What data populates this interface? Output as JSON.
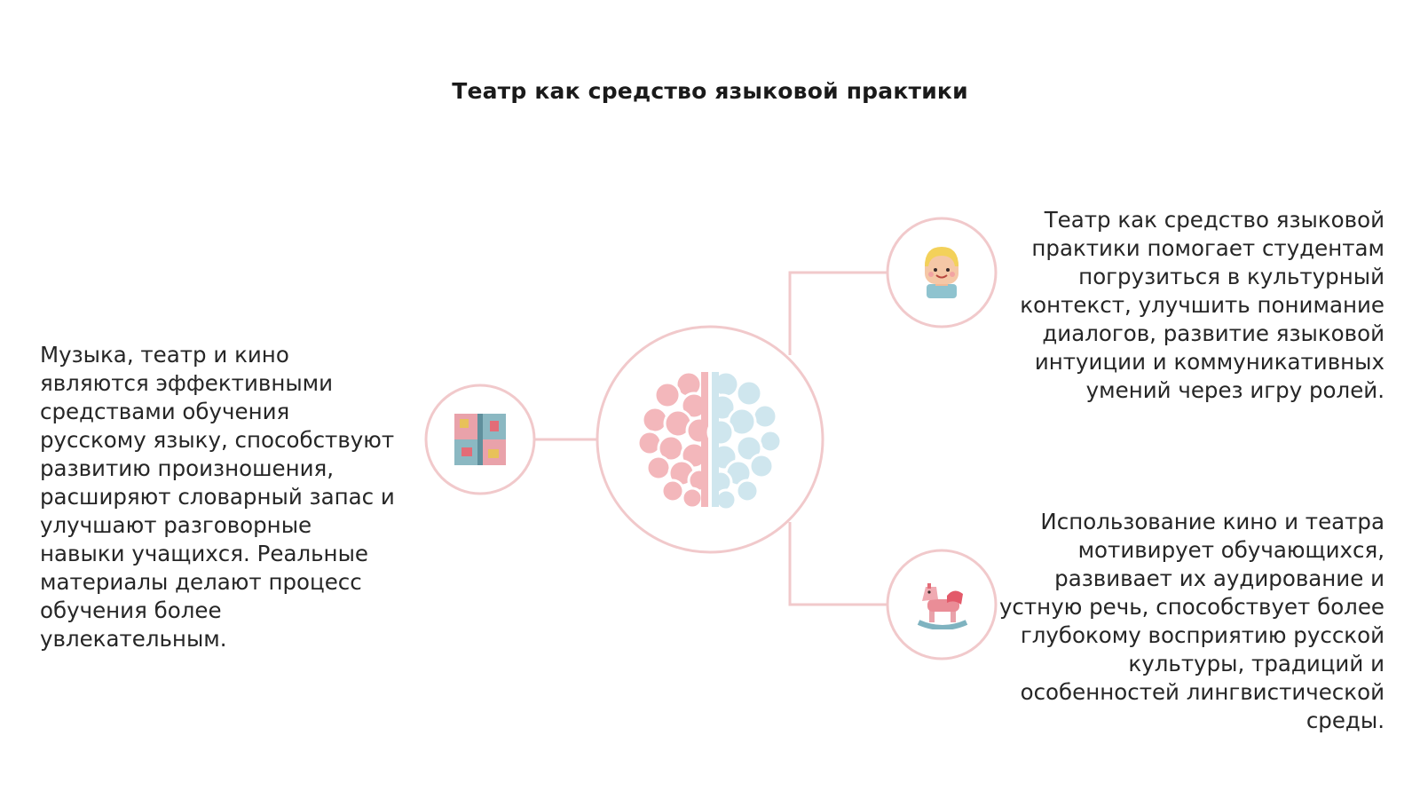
{
  "title": "Театр как средство языковой практики",
  "blocks": {
    "left": "Музыка, театр и кино являются эффективными средствами обучения русскому языку, способствуют развитию произношения, расширяют словарный запас и улучшают разговорные навыки учащихся. Реальные материалы делают процесс обучения более увлекательным.",
    "right_top": "Театр как средство языковой практики помогает студентам погрузиться в культурный контекст, улучшить понимание диалогов, развитие языковой интуиции и коммуникативных умений через игру ролей.",
    "right_bottom": "Использование кино и театра мотивирует обучающихся, развивает их аудирование и устную речь, способствует более глубокому восприятию русской культуры, традиций и особенностей лингвистической среды."
  },
  "icons": {
    "center": "brain-icon",
    "left": "puzzle-blocks-icon",
    "right_top": "child-face-icon",
    "right_bottom": "rocking-horse-icon"
  },
  "colors": {
    "ring": "#f1c9cb",
    "connector": "#f1c9cb",
    "brain_left": "#f3b7bb",
    "brain_right": "#cfe6ee",
    "text": "#262626",
    "title": "#1a1a1a"
  }
}
